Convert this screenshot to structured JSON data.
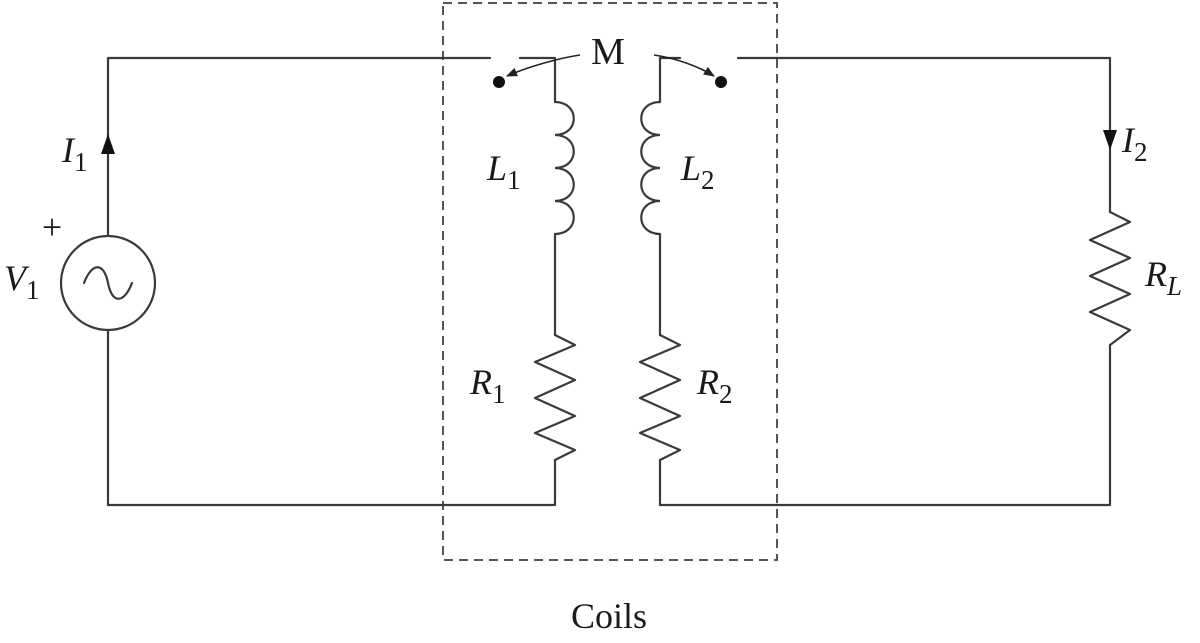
{
  "diagram": {
    "source": {
      "var": "V",
      "sub": "1",
      "polarity": "+"
    },
    "current_1": {
      "var": "I",
      "sub": "1"
    },
    "current_2": {
      "var": "I",
      "sub": "2"
    },
    "inductor_1": {
      "var": "L",
      "sub": "1"
    },
    "inductor_2": {
      "var": "L",
      "sub": "2"
    },
    "resistor_1": {
      "var": "R",
      "sub": "1"
    },
    "resistor_2": {
      "var": "R",
      "sub": "2"
    },
    "load": {
      "var": "R",
      "sub": "L"
    },
    "mutual_label": "M",
    "box_caption": "Coils"
  }
}
